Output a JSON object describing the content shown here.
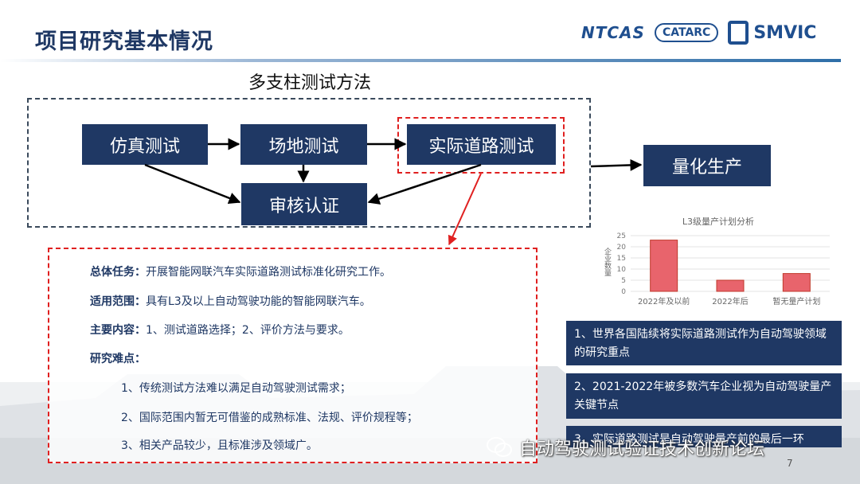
{
  "header": {
    "title": "项目研究基本情况",
    "logos": {
      "ntcas": "NTCAS",
      "catarc": "CATARC",
      "smvic": "SMVIC"
    }
  },
  "diagram": {
    "section_label": "多支柱测试方法",
    "boxes": {
      "simulation": "仿真测试",
      "site": "场地测试",
      "road": "实际道路测试",
      "audit": "审核认证",
      "mass_production": "量化生产"
    }
  },
  "info": {
    "task_label": "总体任务：",
    "task_text": "开展智能网联汽车实际道路测试标准化研究工作。",
    "scope_label": "适用范围：",
    "scope_text": "具有L3及以上自动驾驶功能的智能网联汽车。",
    "content_label": "主要内容：",
    "content_text": "1、测试道路选择；2、评价方法与要求。",
    "difficulty_label": "研究难点：",
    "difficulties": [
      "1、传统测试方法难以满足自动驾驶测试需求；",
      "2、国际范围内暂无可借鉴的成熟标准、法规、评价规程等；",
      "3、相关产品较少，且标准涉及领域广。"
    ]
  },
  "chart_data": {
    "type": "bar",
    "title": "L3级量产计划分析",
    "ylabel": "企业数量",
    "categories": [
      "2022年及以前",
      "2022年后",
      "暂无量产计划"
    ],
    "values": [
      23,
      5,
      8
    ],
    "ylim": [
      0,
      25
    ],
    "yticks": [
      0,
      5,
      10,
      15,
      20,
      25
    ],
    "bar_color": "#e8646c",
    "grid": true
  },
  "facts": [
    "1、世界各国陆续将实际道路测试作为自动驾驶领域的研究重点",
    "2、2021-2022年被多数汽车企业视为自动驾驶量产关键节点",
    "3、实际道路测试是自动驾驶量产前的最后一环"
  ],
  "footer": {
    "watermark": "自动驾驶测试验证技术创新论坛",
    "page_number": "7"
  },
  "colors": {
    "primary": "#1f3864",
    "accent_red": "#e02020"
  }
}
